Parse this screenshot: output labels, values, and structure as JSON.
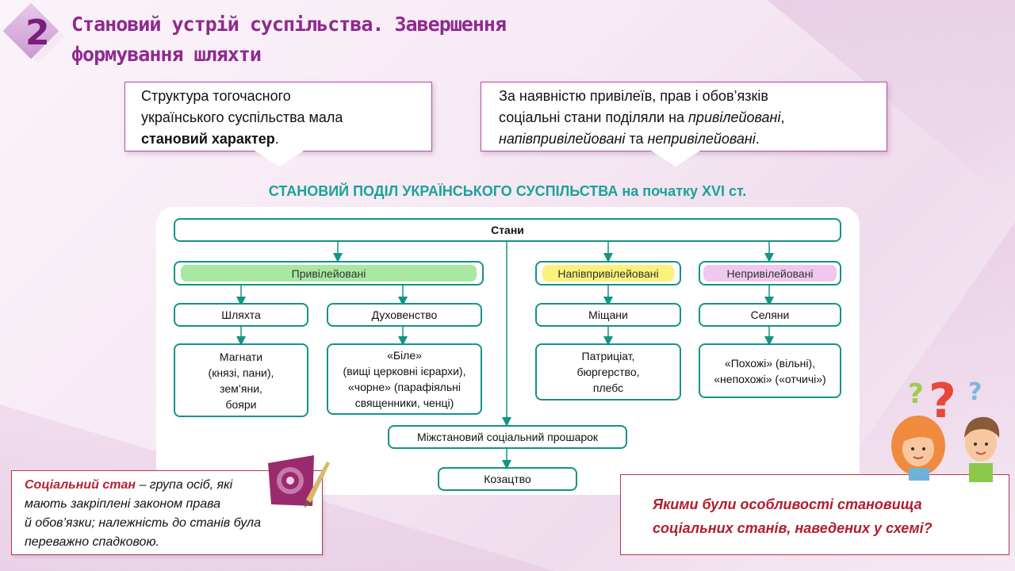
{
  "slide": {
    "number": "2",
    "title_line1": "Становий устрій суспільства. Завершення",
    "title_line2": "формування шляхти"
  },
  "callout_left": {
    "line1": "Структура тогочасного",
    "line2": "українського суспільства мала",
    "bold": "становий характер",
    "end": "."
  },
  "callout_right": {
    "line1": "За наявністю привілеїв, прав і обов’язків",
    "line2a": "соціальні стани поділяли на ",
    "line2b": "привілейовані",
    "line2c": ",",
    "line3a": "напівпривілейовані",
    "line3b": " та ",
    "line3c": "непривілейовані",
    "line3d": "."
  },
  "diagram": {
    "title_a": "СТАНОВИЙ  ПОДІЛ УКРАЇНСЬКОГО СУСПІЛЬСТВА ",
    "title_b": "на початку XVI ст.",
    "root": "Стани",
    "privileged": "Привілейовані",
    "semi": "Напівпривілейовані",
    "nonpriv": "Непривілейовані",
    "shliakhta": "Шляхта",
    "clergy": "Духовенство",
    "burghers": "Міщани",
    "peasants": "Селяни",
    "magnates": [
      "Магнати",
      "(князі, пани),",
      "зем’яни,",
      "бояри"
    ],
    "clergy_detail": [
      "«Біле»",
      "(вищі церковні ієрархи),",
      "«чорне» (парафіяльні",
      "священники, ченці)"
    ],
    "burghers_detail": [
      "Патриціат,",
      "бюргерство,",
      "плебс"
    ],
    "peasants_detail": [
      "«Похожі» (вільні),",
      "«непохожі» («отчичі»)"
    ],
    "interclass": "Міжстановий соціальний прошарок",
    "cossacks": "Козацтво",
    "colors": {
      "line": "#139486",
      "privileged": "#a8e8a0",
      "semi": "#faf27a",
      "nonpriv": "#f0c8ee"
    }
  },
  "definition": {
    "term": "Соціальний стан",
    "line1": " – група осіб, які",
    "line2": "мають закріплені законом права",
    "line3": "й обов’язки; належність до станів була",
    "line4": "переважно спадковою."
  },
  "question": {
    "line1": "Якими були особливості становища",
    "line2": "соціальних станів, наведених у схемі?"
  },
  "icons": [
    "seal-stamp-icon",
    "question-marks-icon",
    "girl-avatar-icon",
    "boy-avatar-icon"
  ]
}
